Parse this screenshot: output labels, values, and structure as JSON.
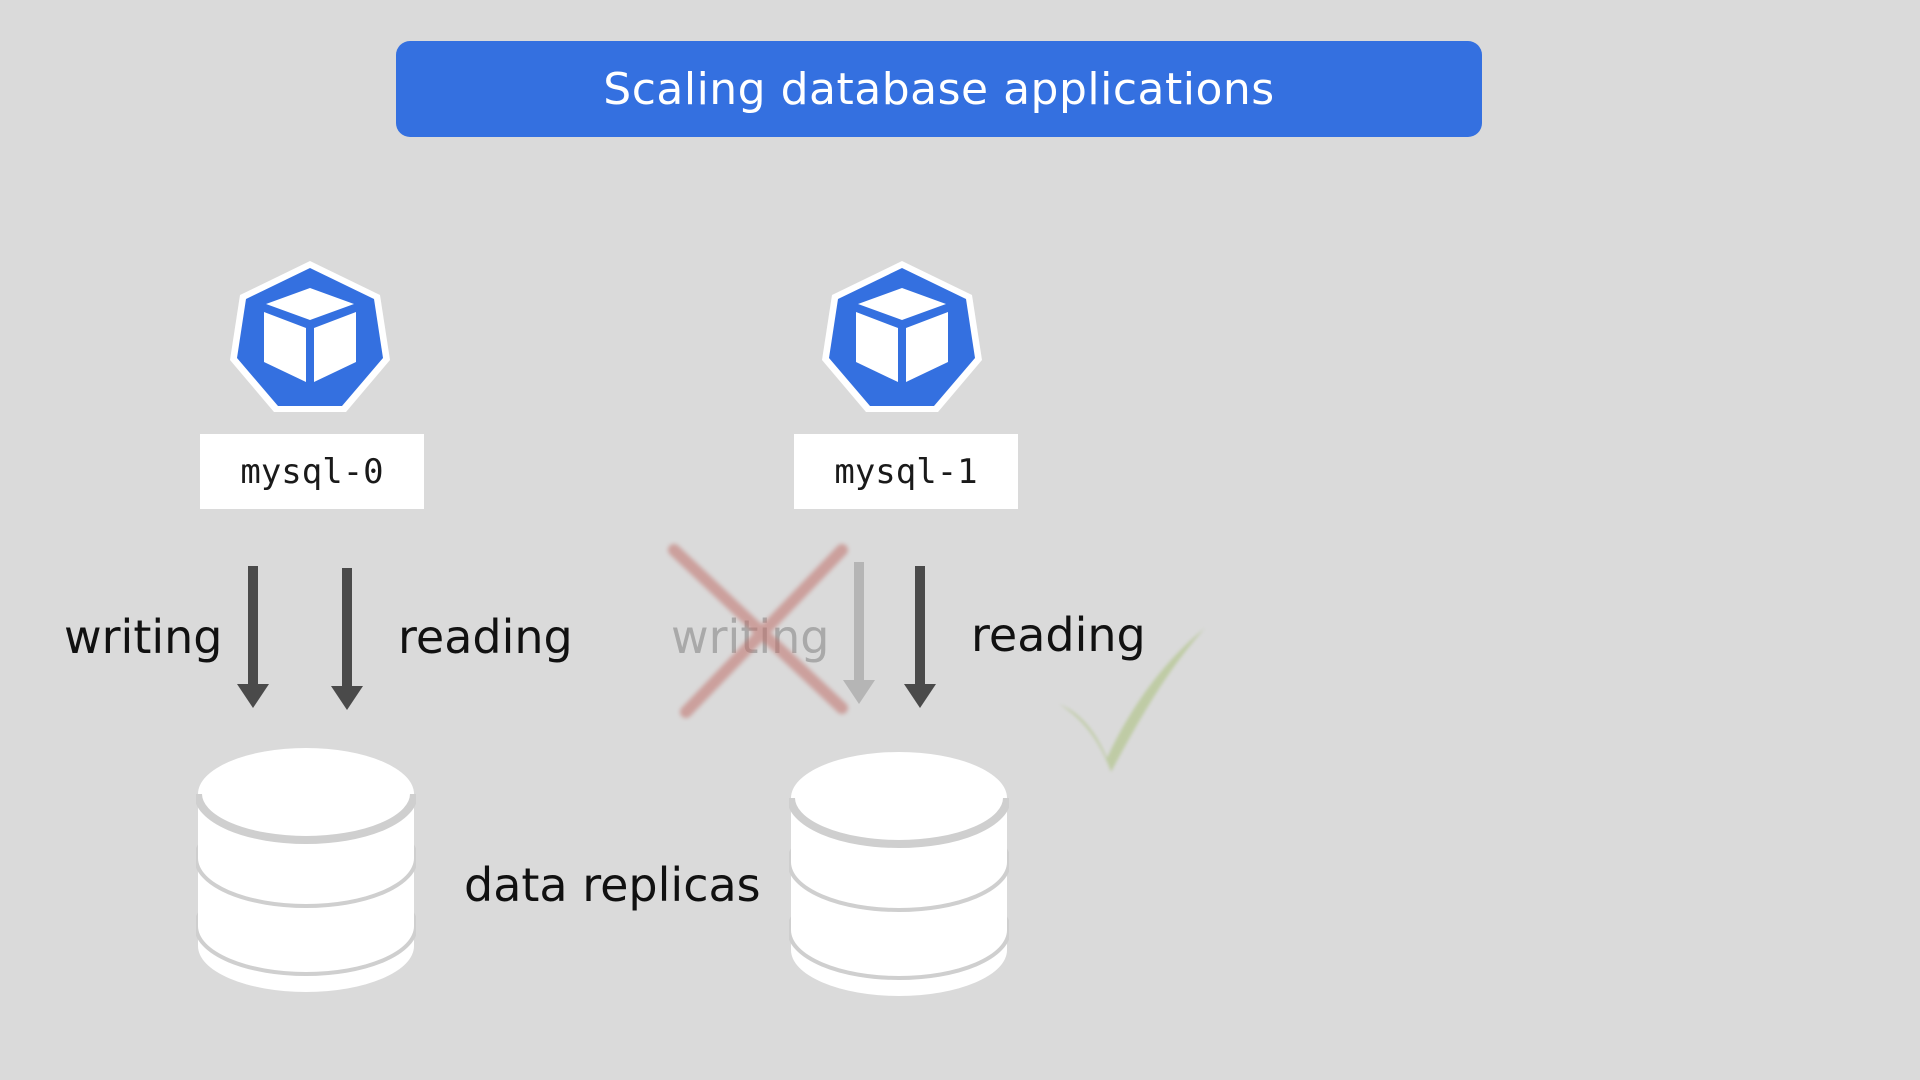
{
  "title": "Scaling database applications",
  "pods": [
    {
      "label": "mysql-0"
    },
    {
      "label": "mysql-1"
    }
  ],
  "labels": {
    "writing_left": "writing",
    "reading_left": "reading",
    "writing_right": "writing",
    "reading_right": "reading",
    "data_replicas": "data replicas"
  },
  "colors": {
    "background": "#dadada",
    "accent": "#3470e0",
    "arrow": "#4a4a4a",
    "arrow_faded": "#b5b5b5",
    "cross": "#c0706a",
    "check": "#a9c07a",
    "database": "#ffffff"
  },
  "icons": {
    "pod": "kubernetes-pod-icon",
    "blocked": "cross-icon",
    "allowed": "checkmark-icon",
    "storage": "database-icon"
  }
}
